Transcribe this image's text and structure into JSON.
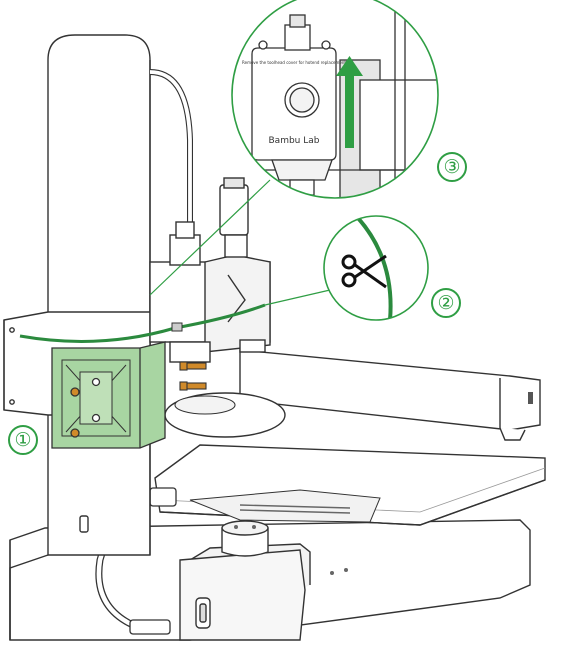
{
  "colors": {
    "outline": "#333333",
    "body_fill": "#ffffff",
    "shade": "#e6e6e6",
    "callout_green": "#2f9e44",
    "filament_green": "#2b8a3e",
    "bracket_fill": "#a8d5a2",
    "arrow_green": "#2f9e44",
    "screw": "#d08a2a"
  },
  "steps": [
    {
      "label": "①"
    },
    {
      "label": "②"
    },
    {
      "label": "③"
    }
  ],
  "toolhead": {
    "logo": "Bambu Lab",
    "notice": "Remove the toolhead cover for hotend replacement"
  },
  "icons": {
    "cut": "scissors-icon",
    "direction": "up-arrow-icon"
  }
}
